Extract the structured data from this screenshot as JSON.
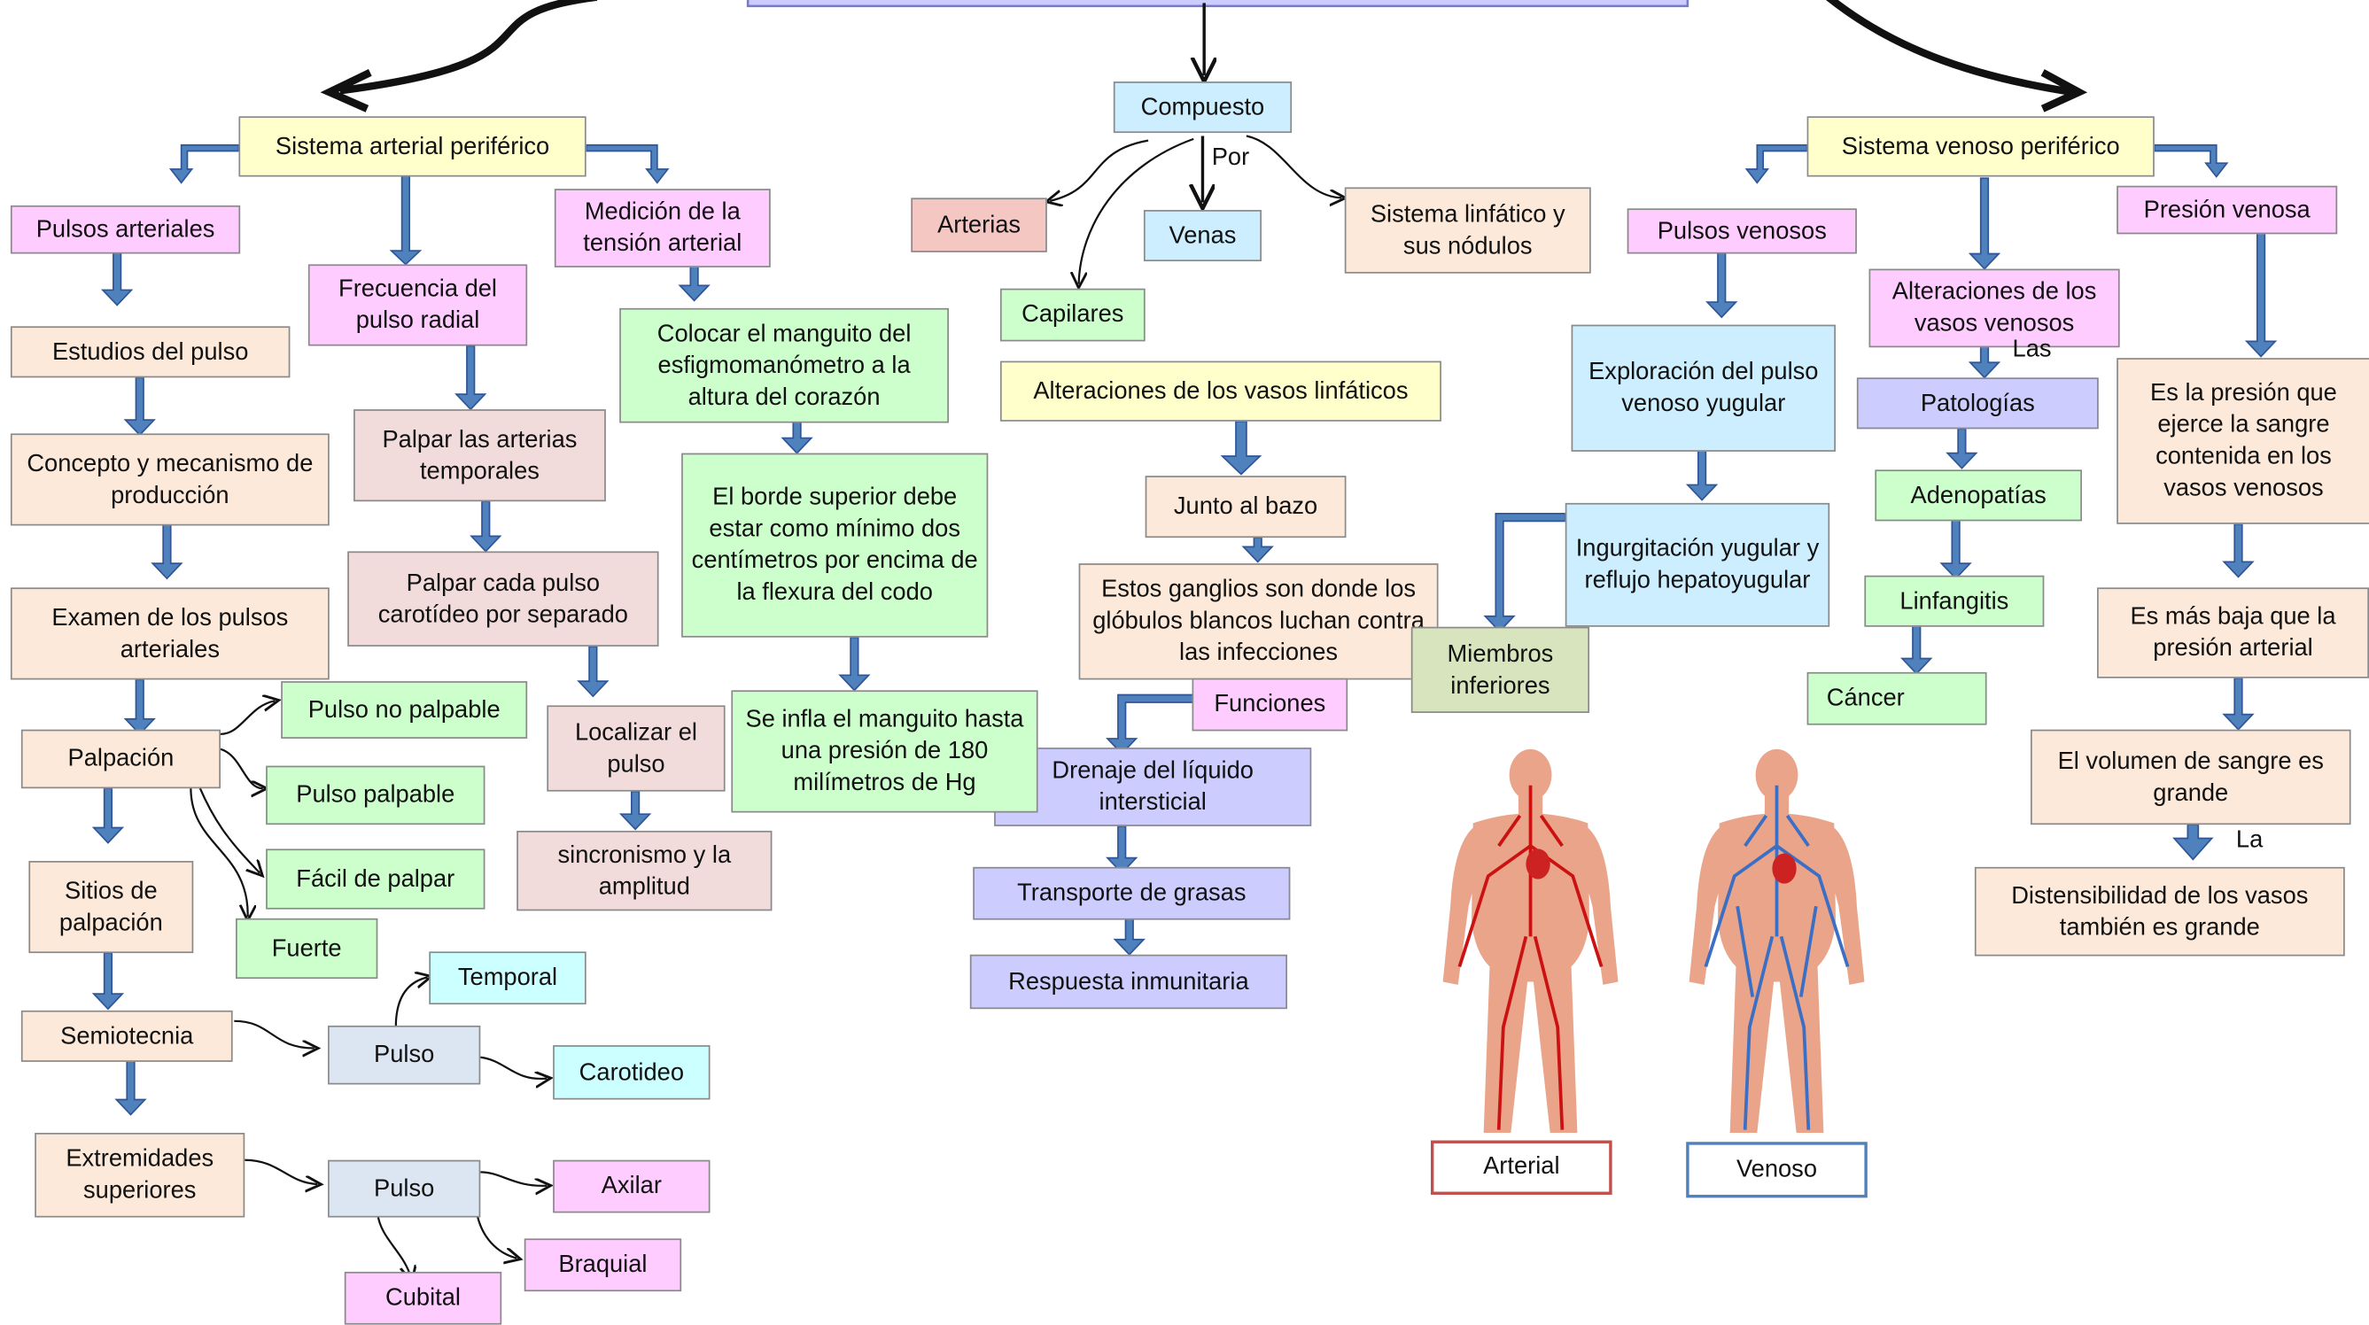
{
  "colors": {
    "arrow_blue": "#4f81bd",
    "arrow_dark": "#2f5597",
    "artery_red": "#c0504d",
    "vein_blue": "#4f81bd"
  },
  "center": {
    "compuesto": "Compuesto",
    "por": "Por",
    "arterias": "Arterias",
    "venas": "Venas",
    "linfatico": "Sistema linfático y sus nódulos",
    "capilares": "Capilares",
    "alteraciones_linf": "Alteraciones de los vasos linfáticos",
    "bazo": "Junto al bazo",
    "ganglios": "Estos ganglios son donde los glóbulos blancos luchan contra las infecciones",
    "funciones": "Funciones",
    "drenaje": "Drenaje del líquido intersticial",
    "grasas": "Transporte de grasas",
    "inmunitaria": "Respuesta inmunitaria"
  },
  "arterial": {
    "title": "Sistema arterial periférico",
    "pulsos": "Pulsos arteriales",
    "estudios": "Estudios del pulso",
    "concepto": "Concepto y mecanismo de producción",
    "examen": "Examen de los pulsos arteriales",
    "palpacion": "Palpación",
    "no_palpable": "Pulso no palpable",
    "palpable": "Pulso palpable",
    "facil": "Fácil de palpar",
    "fuerte": "Fuerte",
    "sitios": "Sitios de palpación",
    "semiotecnia": "Semiotecnia",
    "pulso1": "Pulso",
    "temporal": "Temporal",
    "carotideo": "Carotideo",
    "extremidades": "Extremidades superiores",
    "pulso2": "Pulso",
    "axilar": "Axilar",
    "braquial": "Braquial",
    "cubital": "Cubital",
    "frecuencia": "Frecuencia del pulso radial",
    "temporales": "Palpar las arterias temporales",
    "carotideo_sep": "Palpar cada pulso carotídeo por separado",
    "localizar": "Localizar el pulso",
    "sincronismo": "sincronismo y la amplitud",
    "medicion": "Medición de la tensión arterial",
    "manguito": "Colocar el manguito del esfigmomanómetro a la altura del corazón",
    "borde": "El borde superior debe estar como mínimo dos centímetros por encima de la flexura del codo",
    "infla": "Se infla el manguito hasta una presión de 180 milímetros de Hg"
  },
  "venoso": {
    "title": "Sistema venoso periférico",
    "pulsos": "Pulsos venosos",
    "exploracion": "Exploración del pulso venoso yugular",
    "ingurgitacion": "Ingurgitación yugular y reflujo hepatoyugular",
    "miembros": "Miembros inferiores",
    "alteraciones": "Alteraciones de los vasos venosos",
    "las": "Las",
    "patologias": "Patologías",
    "adenopatias": "Adenopatías",
    "linfangitis": "Linfangitis",
    "cancer": "Cáncer",
    "presion": "Presión venosa",
    "definicion": "Es la presión que ejerce la sangre contenida en los vasos venosos",
    "baja": "Es más baja que la presión arterial",
    "volumen": "El volumen de sangre es grande",
    "la": "La",
    "distensibilidad": "Distensibilidad de los vasos también es grande"
  },
  "figures": {
    "arterial": "Arterial",
    "venoso": "Venoso"
  }
}
